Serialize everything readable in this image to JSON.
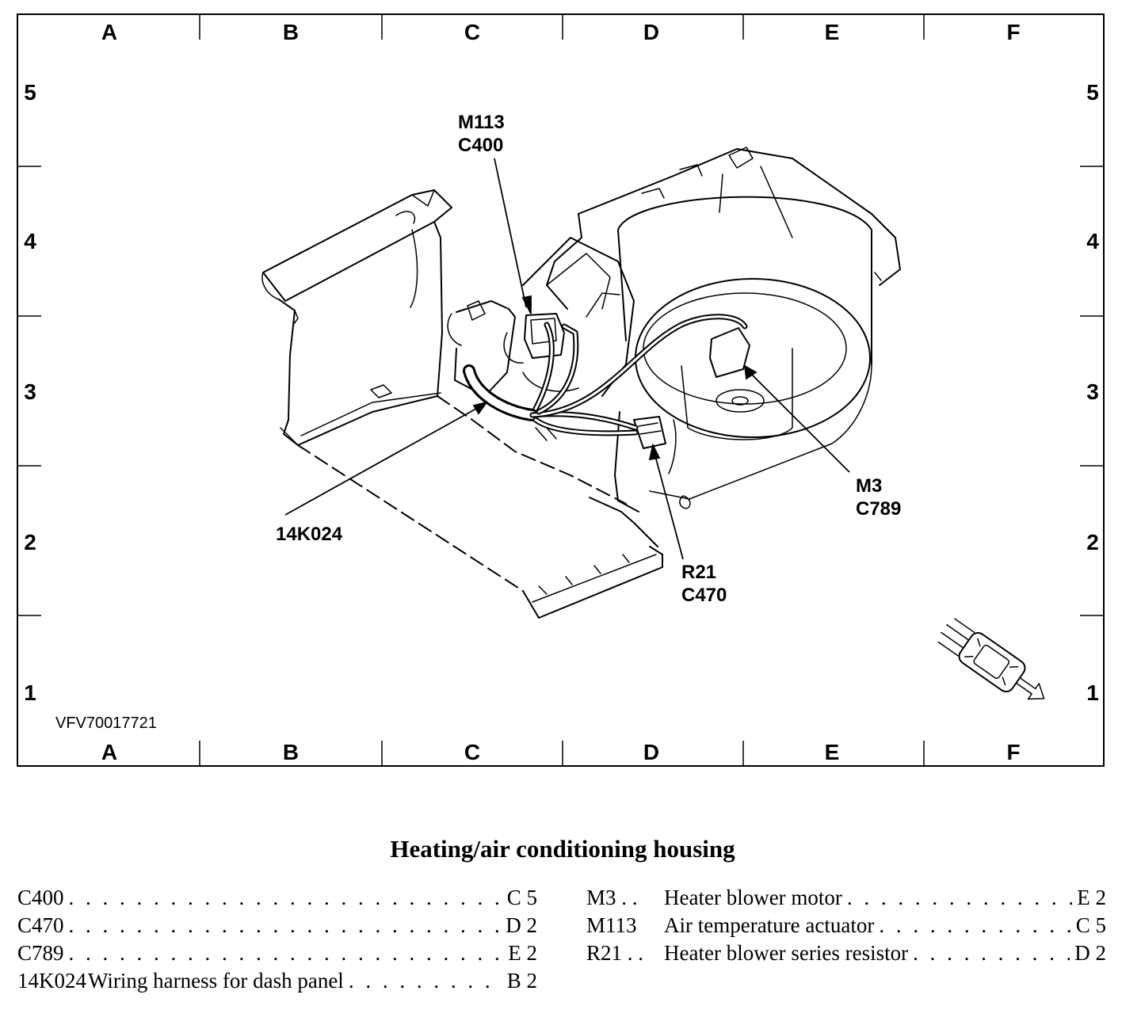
{
  "grid": {
    "columns": [
      "A",
      "B",
      "C",
      "D",
      "E",
      "F"
    ],
    "rows": [
      "5",
      "4",
      "3",
      "2",
      "1"
    ]
  },
  "figure_id": "VFV70017721",
  "callouts": {
    "actuator": [
      "M113",
      "C400"
    ],
    "motor": [
      "M3",
      "C789"
    ],
    "harness": [
      "14K024"
    ],
    "resistor": [
      "R21",
      "C470"
    ]
  },
  "caption": "Heating/air conditioning housing",
  "legend": {
    "left": [
      {
        "code": "C400",
        "desc": "",
        "loc": "C 5"
      },
      {
        "code": "C470",
        "desc": "",
        "loc": "D 2"
      },
      {
        "code": "C789",
        "desc": "",
        "loc": "E 2"
      },
      {
        "code": "14K024",
        "desc": "Wiring harness for dash panel",
        "loc": "B 2"
      }
    ],
    "right": [
      {
        "code": "M3",
        "desc": "Heater blower motor",
        "loc": "E 2"
      },
      {
        "code": "M113",
        "desc": "Air temperature actuator",
        "loc": "C 5"
      },
      {
        "code": "R21",
        "desc": "Heater blower series resistor",
        "loc": "D 2"
      }
    ]
  }
}
